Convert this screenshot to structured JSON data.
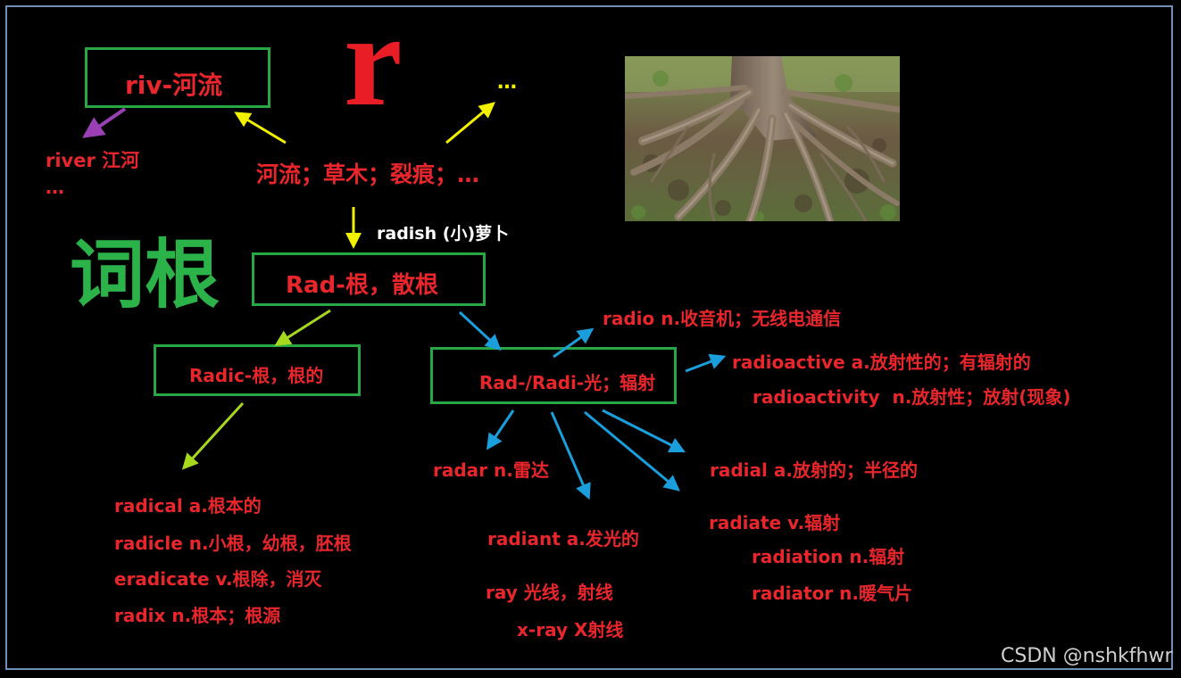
{
  "big_letter": "r",
  "root_label": "词根",
  "boxes": {
    "riv": "riv-河流",
    "rad": "Rad-根，散根",
    "radic": "Radic-根，根的",
    "rad_radi": "Rad-/Radi-光；辐射"
  },
  "meanings": "河流；草木；裂痕；…",
  "ellipsis": "…",
  "riv_words": [
    "river 江河",
    "…"
  ],
  "radish": "radish (小)萝卜",
  "radic_words": [
    "radical a.根本的",
    "radicle n.小根，幼根，胚根",
    "eradicate v.根除，消灭",
    "radix n.根本；根源"
  ],
  "light_words": {
    "radio": "radio n.收音机；无线电通信",
    "radioactive": "radioactive a.放射性的；有辐射的",
    "radioactivity": "radioactivity  n.放射性；放射(现象)",
    "radar": "radar n.雷达",
    "radial": "radial a.放射的；半径的",
    "radiant": "radiant a.发光的",
    "ray": "ray 光线，射线",
    "xray": "x-ray X射线",
    "radiate": "radiate v.辐射",
    "radiation": "radiation n.辐射",
    "radiator": "radiator n.暖气片"
  },
  "watermark": "CSDN @nshkfhwr",
  "colors": {
    "background": "#000000",
    "text_red": "#e8262b",
    "box_green": "#28a745",
    "arrow_yellow": "#f2f200",
    "arrow_purple": "#9b3fb5",
    "arrow_lime": "#a6d81e",
    "arrow_blue": "#1a9fdc"
  }
}
